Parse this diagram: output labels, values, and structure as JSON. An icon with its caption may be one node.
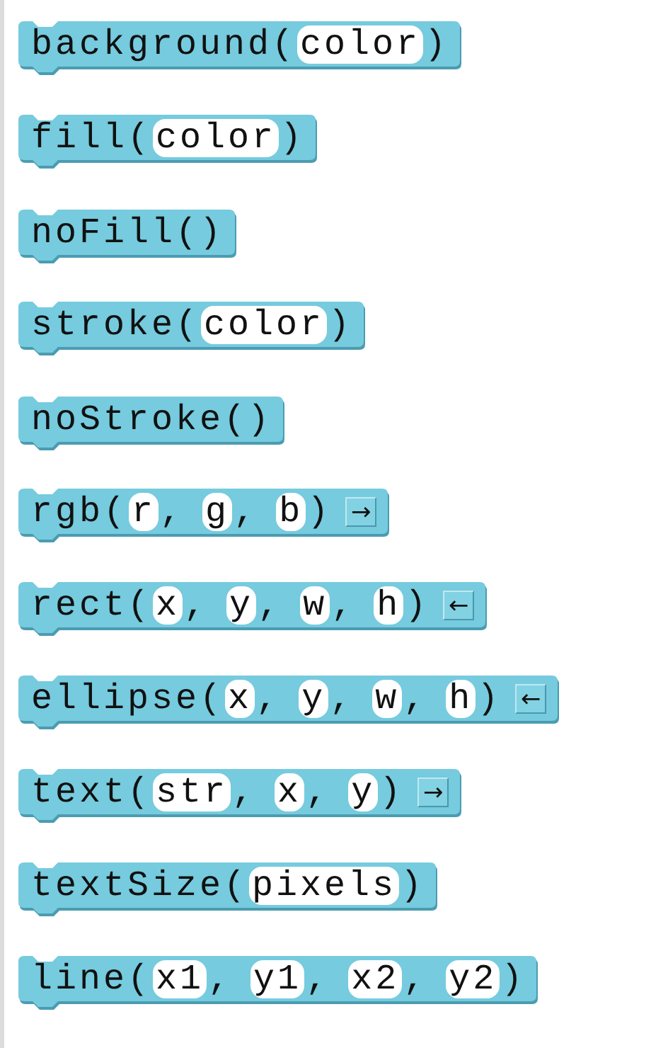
{
  "diagram": {
    "nodes": [
      {
        "text": [
          "background(",
          ")"
        ]
      },
      {
        "text": [
          "color"
        ],
        "in": 0
      },
      {
        "text": [
          "fill(",
          ")"
        ]
      },
      {
        "text": [
          "color"
        ],
        "in": 2
      },
      {
        "text": [
          "noFill()"
        ]
      },
      {
        "text": [
          "stroke(",
          ")"
        ]
      },
      {
        "text": [
          "color"
        ],
        "in": 5
      },
      {
        "text": [
          "noStroke()"
        ]
      },
      {
        "text": [
          "rgb(",
          ",",
          ",",
          ")"
        ]
      },
      {
        "text": [
          "r"
        ],
        "in": 8
      },
      {
        "text": [
          "g"
        ],
        "in": 8
      },
      {
        "text": [
          "b"
        ],
        "in": 8
      },
      {
        "text": [
          "→"
        ],
        "in": 8
      },
      {
        "text": [
          "rect(",
          ",",
          ",",
          ",",
          ")"
        ]
      },
      {
        "text": [
          "x"
        ],
        "in": 13
      },
      {
        "text": [
          "y"
        ],
        "in": 13
      },
      {
        "text": [
          "w"
        ],
        "in": 13
      },
      {
        "text": [
          "h"
        ],
        "in": 13
      },
      {
        "text": [
          "←"
        ],
        "in": 13
      },
      {
        "text": [
          "ellipse(",
          ",",
          ",",
          ",",
          ")"
        ]
      },
      {
        "text": [
          "x"
        ],
        "in": 19
      },
      {
        "text": [
          "y"
        ],
        "in": 19
      },
      {
        "text": [
          "w"
        ],
        "in": 19
      },
      {
        "text": [
          "h"
        ],
        "in": 19
      },
      {
        "text": [
          "←"
        ],
        "in": 19
      },
      {
        "text": [
          "text(",
          ",",
          ",",
          ")"
        ]
      },
      {
        "text": [
          "str"
        ],
        "in": 25
      },
      {
        "text": [
          "x"
        ],
        "in": 25
      },
      {
        "text": [
          "y"
        ],
        "in": 25
      },
      {
        "text": [
          "→"
        ],
        "in": 25
      },
      {
        "text": [
          "textSize(",
          ")"
        ]
      },
      {
        "text": [
          "pixels"
        ],
        "in": 30
      },
      {
        "text": [
          "line(",
          ",",
          ",",
          ",",
          ")"
        ]
      },
      {
        "text": [
          "x1"
        ],
        "in": 32
      },
      {
        "text": [
          "y1"
        ],
        "in": 32
      },
      {
        "text": [
          "x2"
        ],
        "in": 32
      },
      {
        "text": [
          "y2"
        ],
        "in": 32
      }
    ]
  }
}
